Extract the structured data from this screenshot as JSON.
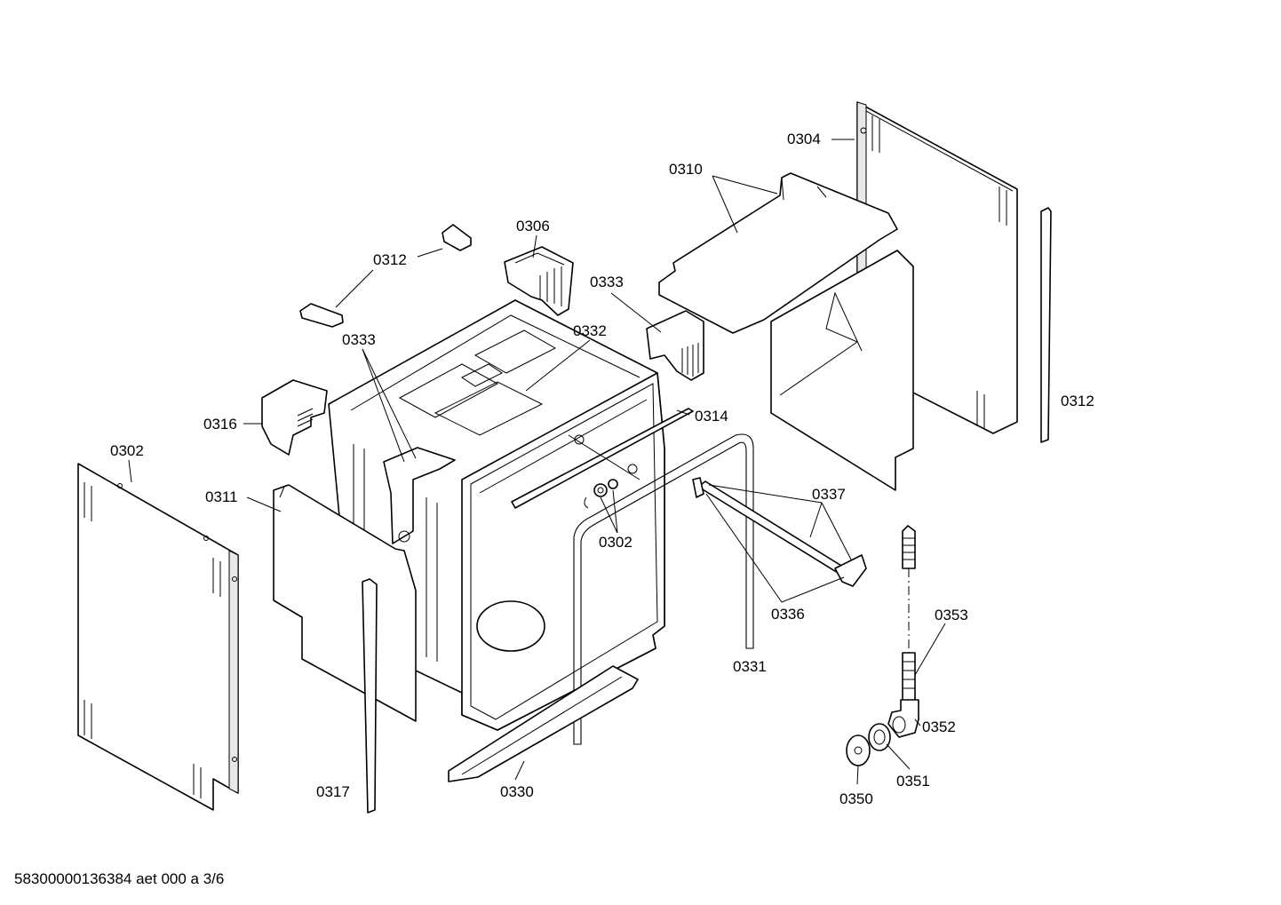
{
  "callouts": {
    "c0304": "0304",
    "c0310": "0310",
    "c0306": "0306",
    "c0312a": "0312",
    "c0333a": "0333",
    "c0332": "0332",
    "c0333b": "0333",
    "c0316": "0316",
    "c0314": "0314",
    "c0312b": "0312",
    "c0302a": "0302",
    "c0311": "0311",
    "c0337": "0337",
    "c0302b": "0302",
    "c0336": "0336",
    "c0353": "0353",
    "c0331": "0331",
    "c0352": "0352",
    "c0351": "0351",
    "c0317": "0317",
    "c0330": "0330",
    "c0350": "0350"
  },
  "footer": {
    "code": "58300000136384 aet 000 a 3/6"
  }
}
